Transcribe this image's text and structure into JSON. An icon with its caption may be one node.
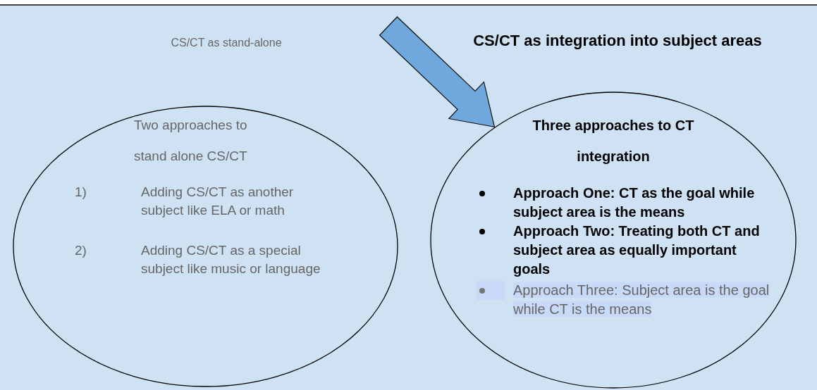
{
  "diagram": {
    "nodes": [
      {
        "text": [
          "Two approaches to stand alone CS/CT",
          "1)",
          "Adding CS/CT as another subject like ELA or math",
          "2)",
          "Adding CS/CT as a special subject like music or language"
        ]
      },
      {
        "text": [
          "Three approaches to CT integration",
          "Approach One: CT as the goal while subject area is the means",
          "Approach Two: Treating both CT and subject area as equally important goals",
          "Approach Three: Subject area is the goal while CT is the means"
        ]
      }
    ],
    "edges": [
      {
        "from": null,
        "to": 1,
        "arrow": "to"
      }
    ],
    "labels": [
      "CS/CT as stand-alone",
      "CS/CT as integration into subject areas"
    ]
  }
}
